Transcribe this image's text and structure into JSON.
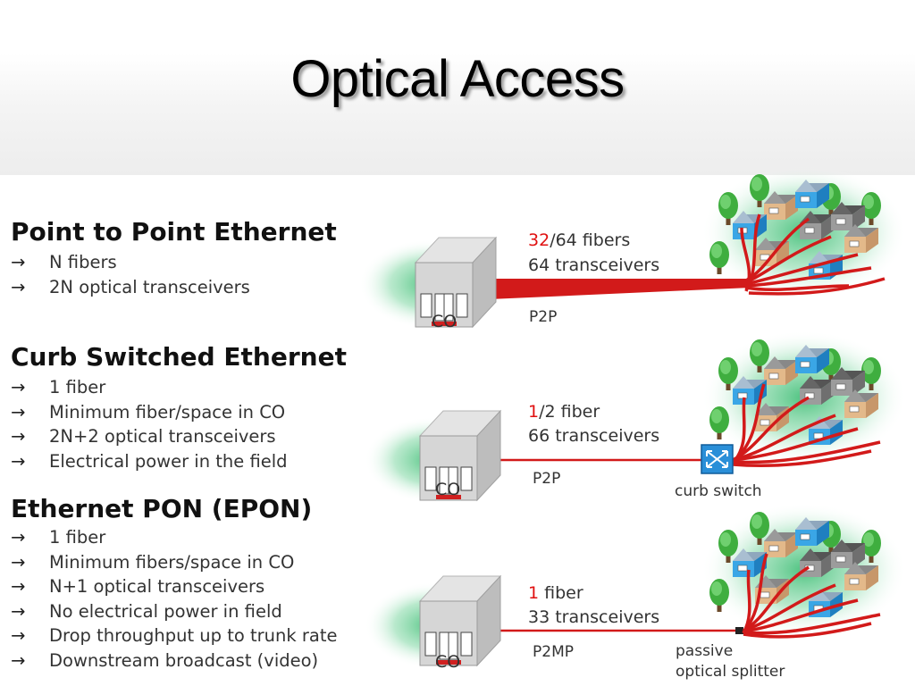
{
  "title": "Optical Access",
  "sections": [
    {
      "heading": "Point to Point Ethernet",
      "bullets": [
        "N fibers",
        "2N optical transceivers"
      ],
      "diagram": {
        "co_label": "CO",
        "link_label": "P2P",
        "count_highlight": "32",
        "count_rest": "/64 fibers",
        "transceivers": "64 transceivers"
      }
    },
    {
      "heading": "Curb Switched Ethernet",
      "bullets": [
        "1 fiber",
        "Minimum fiber/space in CO",
        "2N+2 optical transceivers",
        "Electrical power in the field"
      ],
      "diagram": {
        "co_label": "CO",
        "link_label": "P2P",
        "count_highlight": "1",
        "count_rest": "/2 fiber",
        "transceivers": "66 transceivers",
        "device_label": "curb switch"
      }
    },
    {
      "heading": "Ethernet PON (EPON)",
      "bullets": [
        "1 fiber",
        "Minimum fibers/space in CO",
        "N+1 optical transceivers",
        "No electrical power in field",
        "Drop throughput up to trunk rate",
        "Downstream broadcast (video)"
      ],
      "diagram": {
        "co_label": "CO",
        "link_label": "P2MP",
        "count_highlight": "1",
        "count_rest": " fiber",
        "transceivers": "33 transceivers",
        "device_label_line1": "passive",
        "device_label_line2": "optical splitter"
      }
    }
  ],
  "colors": {
    "fiber": "#d21a1a",
    "highlight": "#e01010",
    "glow": "#2fb86a",
    "switch": "#2a8fd8"
  },
  "icons": [
    "arrow-right-icon",
    "central-office-icon",
    "house-icon",
    "tree-icon",
    "curb-switch-icon",
    "optical-splitter-icon"
  ]
}
